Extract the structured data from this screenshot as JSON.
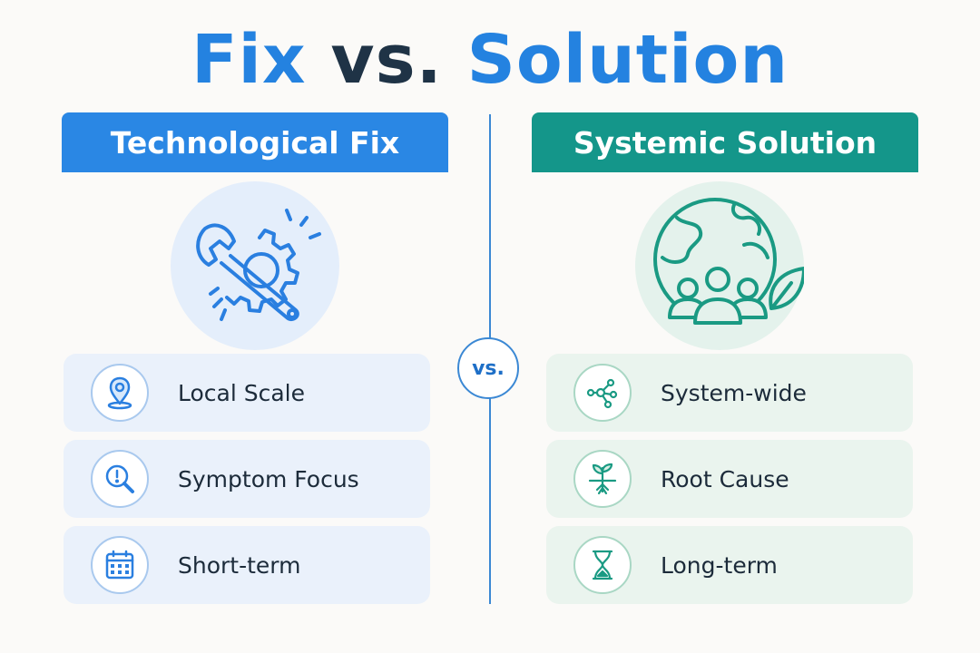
{
  "title": {
    "part1": "Fix",
    "part2": "vs.",
    "part3": "Solution"
  },
  "left": {
    "header": "Technological Fix",
    "hero_icon": "wrench-gear-icon",
    "items": [
      {
        "label": "Local Scale",
        "icon": "location-pin-icon"
      },
      {
        "label": "Symptom Focus",
        "icon": "magnifier-alert-icon"
      },
      {
        "label": "Short-term",
        "icon": "calendar-icon"
      }
    ]
  },
  "center": {
    "vs_label": "vs."
  },
  "right": {
    "header": "Systemic Solution",
    "hero_icon": "globe-people-leaf-icon",
    "items": [
      {
        "label": "System-wide",
        "icon": "network-icon"
      },
      {
        "label": "Root Cause",
        "icon": "plant-roots-icon"
      },
      {
        "label": "Long-term",
        "icon": "hourglass-icon"
      }
    ]
  },
  "colors": {
    "blue": "#2a87e4",
    "teal": "#14968a",
    "dark_text": "#1f3346"
  }
}
